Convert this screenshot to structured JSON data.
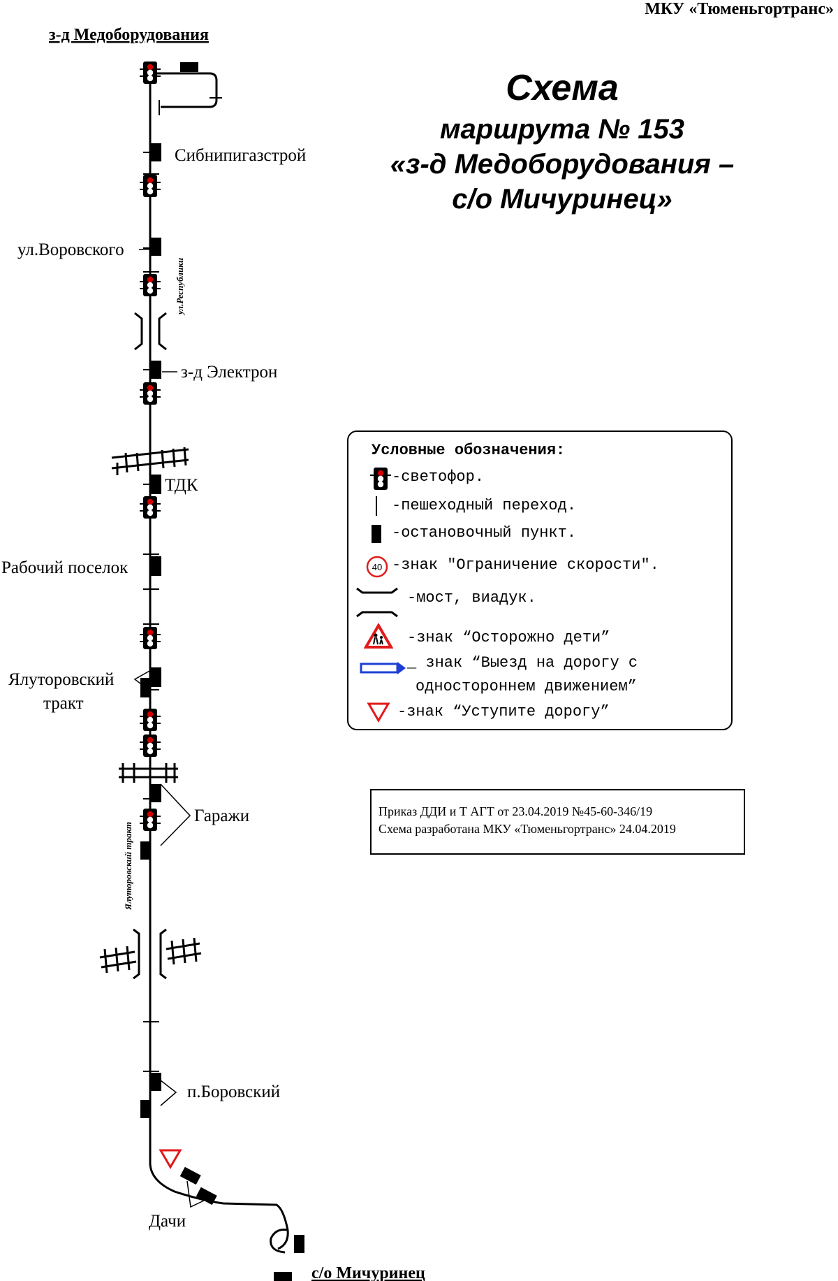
{
  "header": {
    "organization": "МКУ «Тюменьгортранс»"
  },
  "title": {
    "line1": "Схема",
    "line2": "маршрута № 153",
    "line3": "«з-д Медоборудования –",
    "line4": "с/о Мичуринец»"
  },
  "terminals": {
    "start": "з-д Медоборудования",
    "end": "с/о Мичуринец"
  },
  "stops": [
    "Сибнипигазстрой",
    "ул.Воровского",
    "з-д Электрон",
    "ТДК",
    "Рабочий поселок",
    "Ялуторовский",
    "тракт",
    "Гаражи",
    "п.Боровский",
    "Дачи"
  ],
  "streets": {
    "republic": "ул.Республики",
    "yalutorovsky": "Ялуторовский тракт"
  },
  "legend": {
    "title": "Условные обозначения:",
    "items": [
      "-светофор.",
      "-пешеходный переход.",
      "-остановочный пункт.",
      "-знак \"Ограничение скорости\".",
      "-мост, виадук.",
      "-знак “Осторожно дети”",
      "_ знак “Выезд на дорогу с",
      "одностороннем движением”",
      "-знак “Уступите дорогу”"
    ],
    "speed_limit_value": "40"
  },
  "order_note": {
    "line1": "Приказ ДДИ и Т АГТ от 23.04.2019 №45-60-346/19",
    "line2": "Схема разработана МКУ «Тюменьгортранс» 24.04.2019"
  },
  "colors": {
    "route": "#000000",
    "traffic_light_red": "#d40000",
    "sign_red": "#e11a1a",
    "one_way_blue": "#1d3fd6"
  },
  "icons": {
    "traffic_light": "traffic-light-icon",
    "crosswalk": "crosswalk-icon",
    "bus_stop": "bus-stop-icon",
    "speed_limit": "speed-limit-sign-icon",
    "bridge": "bridge-icon",
    "children": "children-warning-sign-icon",
    "one_way": "one-way-exit-sign-icon",
    "yield": "yield-sign-icon"
  }
}
